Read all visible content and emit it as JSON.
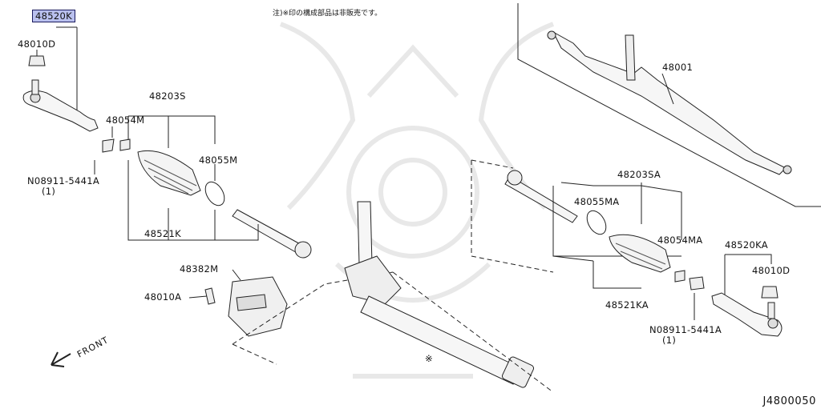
{
  "note": "注)※印の構成部品は非販売です。",
  "labels": {
    "p48520k": "48520K",
    "p48010d_l": "48010D",
    "p48054m": "48054M",
    "p48203s": "48203S",
    "p48055m": "48055M",
    "p08911_l": "N08911-5441A",
    "qty_l": "(1)",
    "p48521k": "48521K",
    "p48382m": "48382M",
    "p48010a": "48010A",
    "front": "FRONT",
    "p48001": "48001",
    "p48203sa": "48203SA",
    "p48055ma": "48055MA",
    "p48054ma": "48054MA",
    "p48520ka": "48520KA",
    "p48010d_r": "48010D",
    "p48521ka": "48521KA",
    "p08911_r": "N08911-5441A",
    "qty_r": "(1)",
    "star": "※"
  },
  "diagram_code": "J4800050",
  "colors": {
    "highlight": "#b9c0ee",
    "line": "#222222",
    "watermark": "#e6e6e6"
  }
}
